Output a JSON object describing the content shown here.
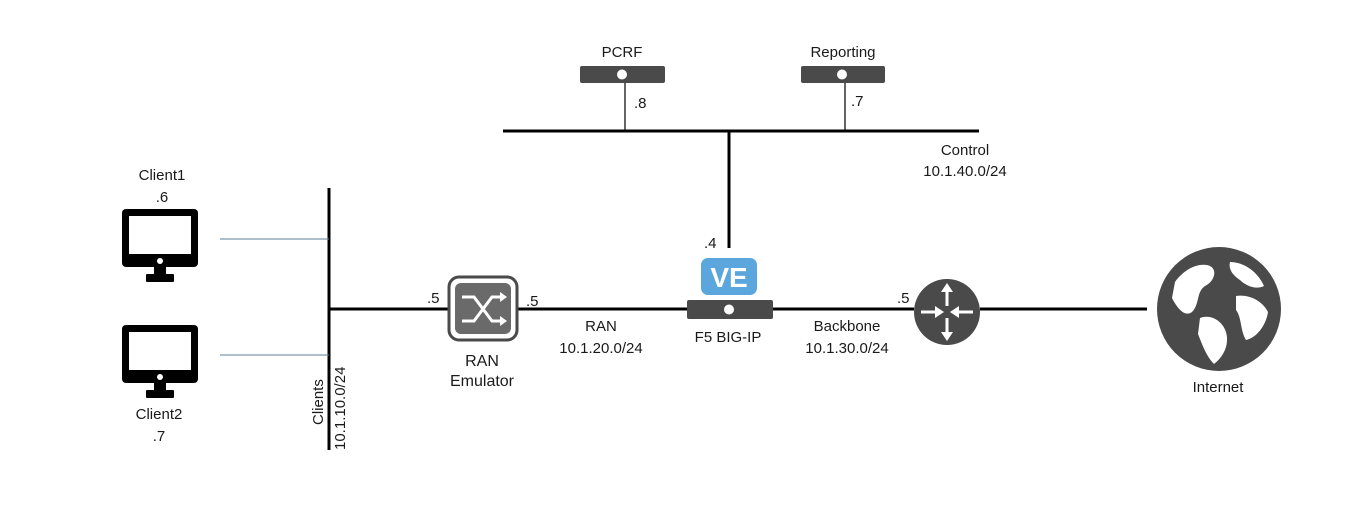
{
  "colors": {
    "line": "#000000",
    "device": "#4a4a4a",
    "client_link": "#5b7f95",
    "ve_badge": "#5ba7dd",
    "ve_text": "#ffffff"
  },
  "control": {
    "pcrf": {
      "label": "PCRF",
      "ip": ".8"
    },
    "reporting": {
      "label": "Reporting",
      "ip": ".7"
    },
    "network_name": "Control",
    "network_cidr": "10.1.40.0/24"
  },
  "clients": {
    "client1": {
      "label": "Client1",
      "ip": ".6"
    },
    "client2": {
      "label": "Client2",
      "ip": ".7"
    },
    "network_name": "Clients",
    "network_cidr": "10.1.10.0/24"
  },
  "ran_emulator": {
    "label_line1": "RAN",
    "label_line2": "Emulator",
    "ip_left": ".5",
    "ip_right": ".5"
  },
  "ran_network": {
    "name": "RAN",
    "cidr": "10.1.20.0/24"
  },
  "bigip": {
    "badge": "VE",
    "label": "F5 BIG-IP",
    "ip_control": ".4"
  },
  "backbone": {
    "name": "Backbone",
    "cidr": "10.1.30.0/24",
    "router_ip": ".5"
  },
  "internet": {
    "label": "Internet"
  }
}
